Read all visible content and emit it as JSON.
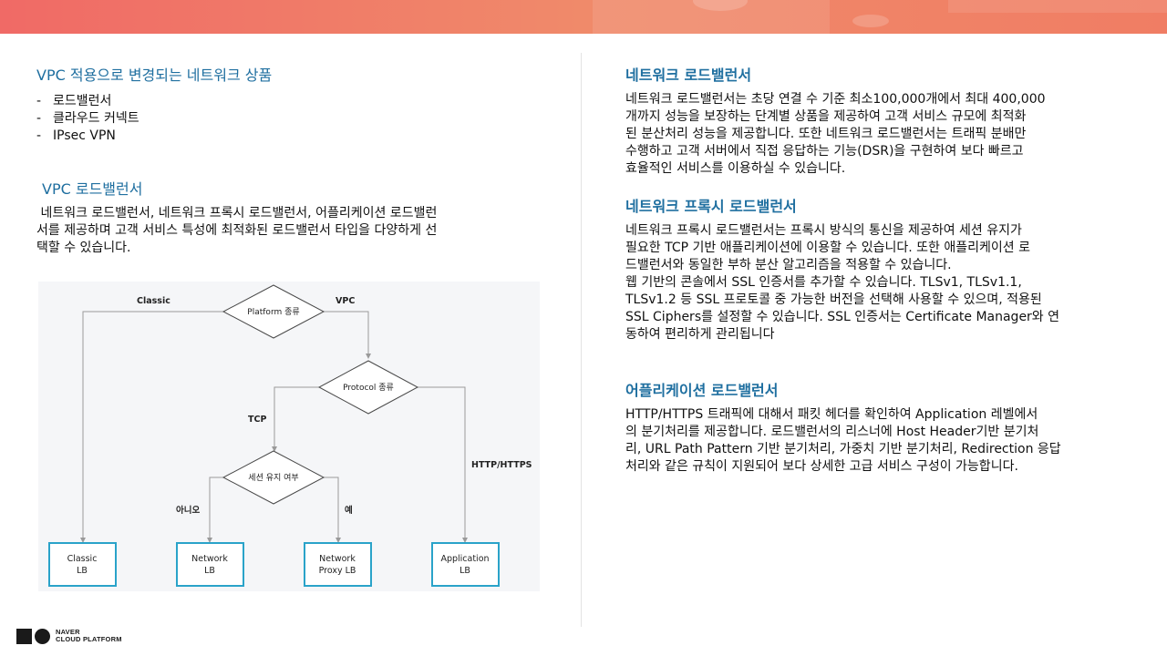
{
  "left": {
    "section1_title": "VPC 적용으로 변경되는 네트워크 상품",
    "section1_items": [
      "로드밸런서",
      "클라우드 커넥트",
      "IPsec VPN"
    ],
    "section2_title": "VPC 로드밸런서",
    "section2_lines": [
      " 네트워크 로드밸런서, 네트워크 프록시 로드밸런서, 어플리케이션 로드밸런",
      "서를 제공하며 고객 서비스 특성에 최적화된 로드밸런서 타입을 다양하게 선",
      "택할 수 있습니다."
    ]
  },
  "diagram": {
    "platform": "Platform 종류",
    "protocol": "Protocol 종류",
    "session": "세션 유지 여부",
    "label_classic": "Classic",
    "label_vpc": "VPC",
    "label_tcp": "TCP",
    "label_http": "HTTP/HTTPS",
    "label_no": "아니오",
    "label_yes": "예",
    "box_classic": [
      "Classic",
      "LB"
    ],
    "box_network": [
      "Network",
      "LB"
    ],
    "box_proxy": [
      "Network",
      "Proxy LB"
    ],
    "box_app": [
      "Application",
      "LB"
    ],
    "accent": "#2aa3c9"
  },
  "right": {
    "nlb_title": "네트워크 로드밸런서",
    "nlb_lines": [
      "네트워크 로드밸런서는 초당 연결 수 기준 최소100,000개에서 최대 400,000",
      "개까지 성능을 보장하는 단계별 상품을 제공하여 고객 서비스 규모에 최적화",
      "된 분산처리 성능을 제공합니다. 또한 네트워크 로드밸런서는 트래픽 분배만",
      "수행하고 고객 서버에서 직접 응답하는 기능(DSR)을 구현하여 보다 빠르고",
      "효율적인 서비스를 이용하실 수 있습니다."
    ],
    "nplb_title": "네트워크 프록시 로드밸런서",
    "nplb_lines": [
      "네트워크 프록시 로드밸런서는 프록시 방식의 통신을 제공하여 세션 유지가",
      "필요한 TCP 기반 애플리케이션에 이용할 수 있습니다. 또한 애플리케이션 로",
      "드밸런서와 동일한 부하 분산 알고리즘을 적용할 수 있습니다.",
      "웹 기반의 콘솔에서 SSL 인증서를 추가할 수 있습니다. TLSv1, TLSv1.1,",
      "TLSv1.2 등 SSL 프로토콜 중 가능한 버전을 선택해 사용할 수 있으며, 적용된",
      "SSL Ciphers를 설정할 수 있습니다. SSL 인증서는 Certificate Manager와 연",
      "동하여 편리하게 관리됩니다"
    ],
    "alb_title": "어플리케이션 로드밸런서",
    "alb_lines": [
      "HTTP/HTTPS 트래픽에 대해서 패킷 헤더를 확인하여 Application 레벨에서",
      "의 분기처리를 제공합니다. 로드밸런서의 리스너에 Host Header기반 분기처",
      "리, URL Path Pattern 기반 분기처리, 가중치 기반 분기처리, Redirection 응답",
      "처리와 같은 규칙이 지원되어 보다 상세한 고급 서비스 구성이 가능합니다."
    ]
  },
  "footer": {
    "logo_line1": "NAVER",
    "logo_line2": "CLOUD PLATFORM"
  }
}
